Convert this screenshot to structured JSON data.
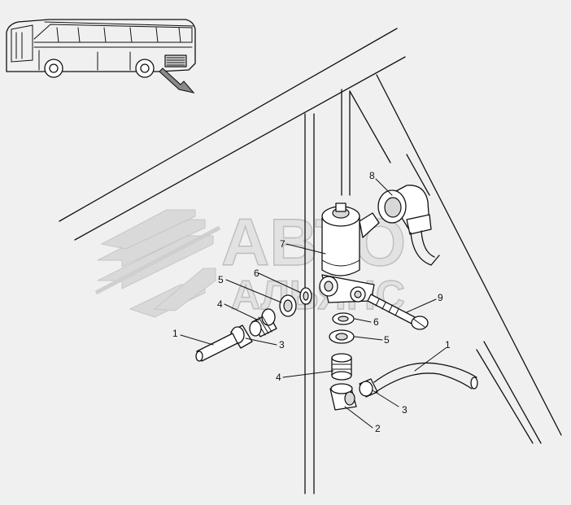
{
  "diagram": {
    "watermark": {
      "line1": "АВТО",
      "line2": "АЛЬЯНС"
    },
    "callouts": [
      {
        "id": "c1a",
        "text": "1"
      },
      {
        "id": "c1b",
        "text": "1"
      },
      {
        "id": "c2",
        "text": "2"
      },
      {
        "id": "c3a",
        "text": "3"
      },
      {
        "id": "c3b",
        "text": "3"
      },
      {
        "id": "c4a",
        "text": "4"
      },
      {
        "id": "c4b",
        "text": "4"
      },
      {
        "id": "c5a",
        "text": "5"
      },
      {
        "id": "c5b",
        "text": "5"
      },
      {
        "id": "c6a",
        "text": "6"
      },
      {
        "id": "c6b",
        "text": "6"
      },
      {
        "id": "c7",
        "text": "7"
      },
      {
        "id": "c8",
        "text": "8"
      },
      {
        "id": "c9",
        "text": "9"
      }
    ]
  }
}
